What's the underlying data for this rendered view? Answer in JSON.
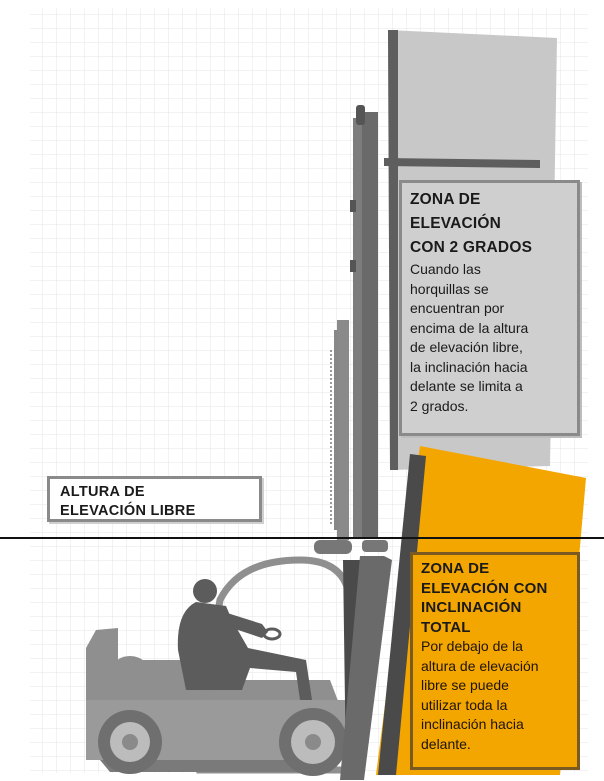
{
  "zones": {
    "two_degree": {
      "title_lines": [
        "ZONA DE",
        "ELEVACIÓN",
        "CON 2 GRADOS"
      ],
      "body_lines": [
        "Cuando las",
        "horquillas se",
        "encuentran por",
        "encima de la altura",
        "de elevación libre,",
        "la inclinación hacia",
        "delante se limita a",
        "2 grados."
      ]
    },
    "free_lift": {
      "title_lines": [
        "ALTURA DE",
        "ELEVACIÓN LIBRE"
      ]
    },
    "full_tilt": {
      "title_lines": [
        "ZONA DE",
        "ELEVACIÓN CON",
        "INCLINACIÓN",
        "TOTAL"
      ],
      "body_lines": [
        "Por debajo de la",
        "altura de elevación",
        "libre se puede",
        "utilizar toda la",
        "inclinación hacia",
        "delante."
      ]
    }
  },
  "colors": {
    "grid": "#e6e6e6",
    "grey_zone": "#c9c9c9",
    "orange_zone": "#f4a600",
    "mast": "#6e6e6e",
    "forklift": "#8c8c8c",
    "operator": "#5c5c5c",
    "free_lift_line": "#111111"
  },
  "icons": {
    "forklift": "forklift-silhouette-icon",
    "operator": "operator-silhouette-icon"
  }
}
